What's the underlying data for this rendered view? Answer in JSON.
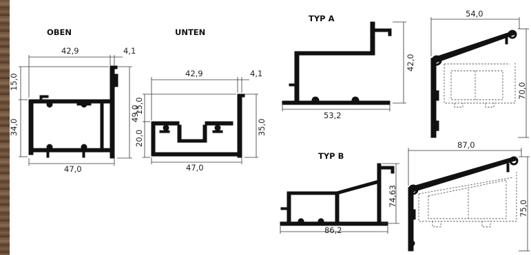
{
  "sections": {
    "oben": {
      "title": "OBEN",
      "dims": {
        "width_top": "42,9",
        "lip_top": "4,1",
        "upper": "15,0",
        "lower": "34,0",
        "height": "49,0",
        "width_bottom": "47,0"
      }
    },
    "unten": {
      "title": "UNTEN",
      "dims": {
        "width_top": "42,9",
        "lip_top": "4,1",
        "upper": "15,0",
        "lower": "20,0",
        "height": "35,0",
        "width_bottom": "47,0"
      }
    },
    "typ_a": {
      "title": "TYP A",
      "dims": {
        "height_left": "42,0",
        "width_left": "53,2",
        "width_right": "54,0",
        "height_right": "70,0"
      }
    },
    "typ_b": {
      "title": "TYP B",
      "dims": {
        "height_left": "74,63",
        "width_left": "86,2",
        "width_right": "87,0",
        "height_right": "75,0"
      }
    }
  },
  "colors": {
    "profile": "#111111",
    "dimension_line": "#333333",
    "dashed_line": "#555555",
    "background": "#ffffff",
    "wood_edge": "#6b4f3a"
  }
}
